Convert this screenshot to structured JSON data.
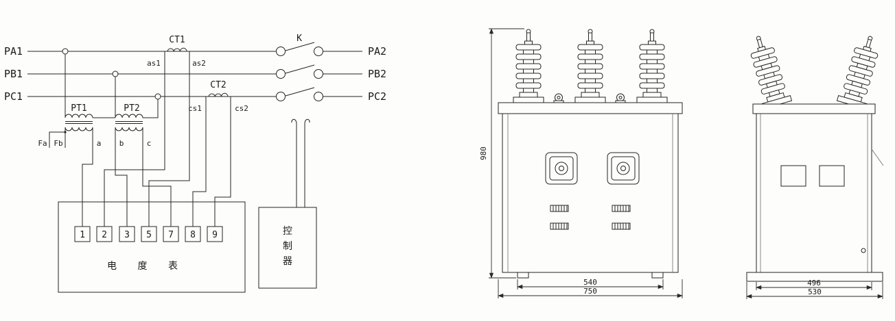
{
  "schematic": {
    "phase_in": [
      "PA1",
      "PB1",
      "PC1"
    ],
    "phase_out": [
      "PA2",
      "PB2",
      "PC2"
    ],
    "ct1": {
      "label": "CT1",
      "s1": "as1",
      "s2": "as2"
    },
    "ct2": {
      "label": "CT2",
      "s1": "cs1",
      "s2": "cs2"
    },
    "switch_label": "K",
    "pt": {
      "pt1": "PT1",
      "pt2": "PT2",
      "fa": "Fa",
      "fb": "Fb",
      "a": "a",
      "b": "b",
      "c": "c"
    },
    "meter": {
      "terminals": [
        "1",
        "2",
        "3",
        "5",
        "7",
        "8",
        "9"
      ],
      "label": "电 度 表"
    },
    "controller": {
      "chars": [
        "控",
        "制",
        "器"
      ]
    }
  },
  "front_view": {
    "dim_height": "980",
    "dim_feet": "540",
    "dim_base": "750"
  },
  "side_view": {
    "dim_body": "496",
    "dim_base": "530"
  }
}
